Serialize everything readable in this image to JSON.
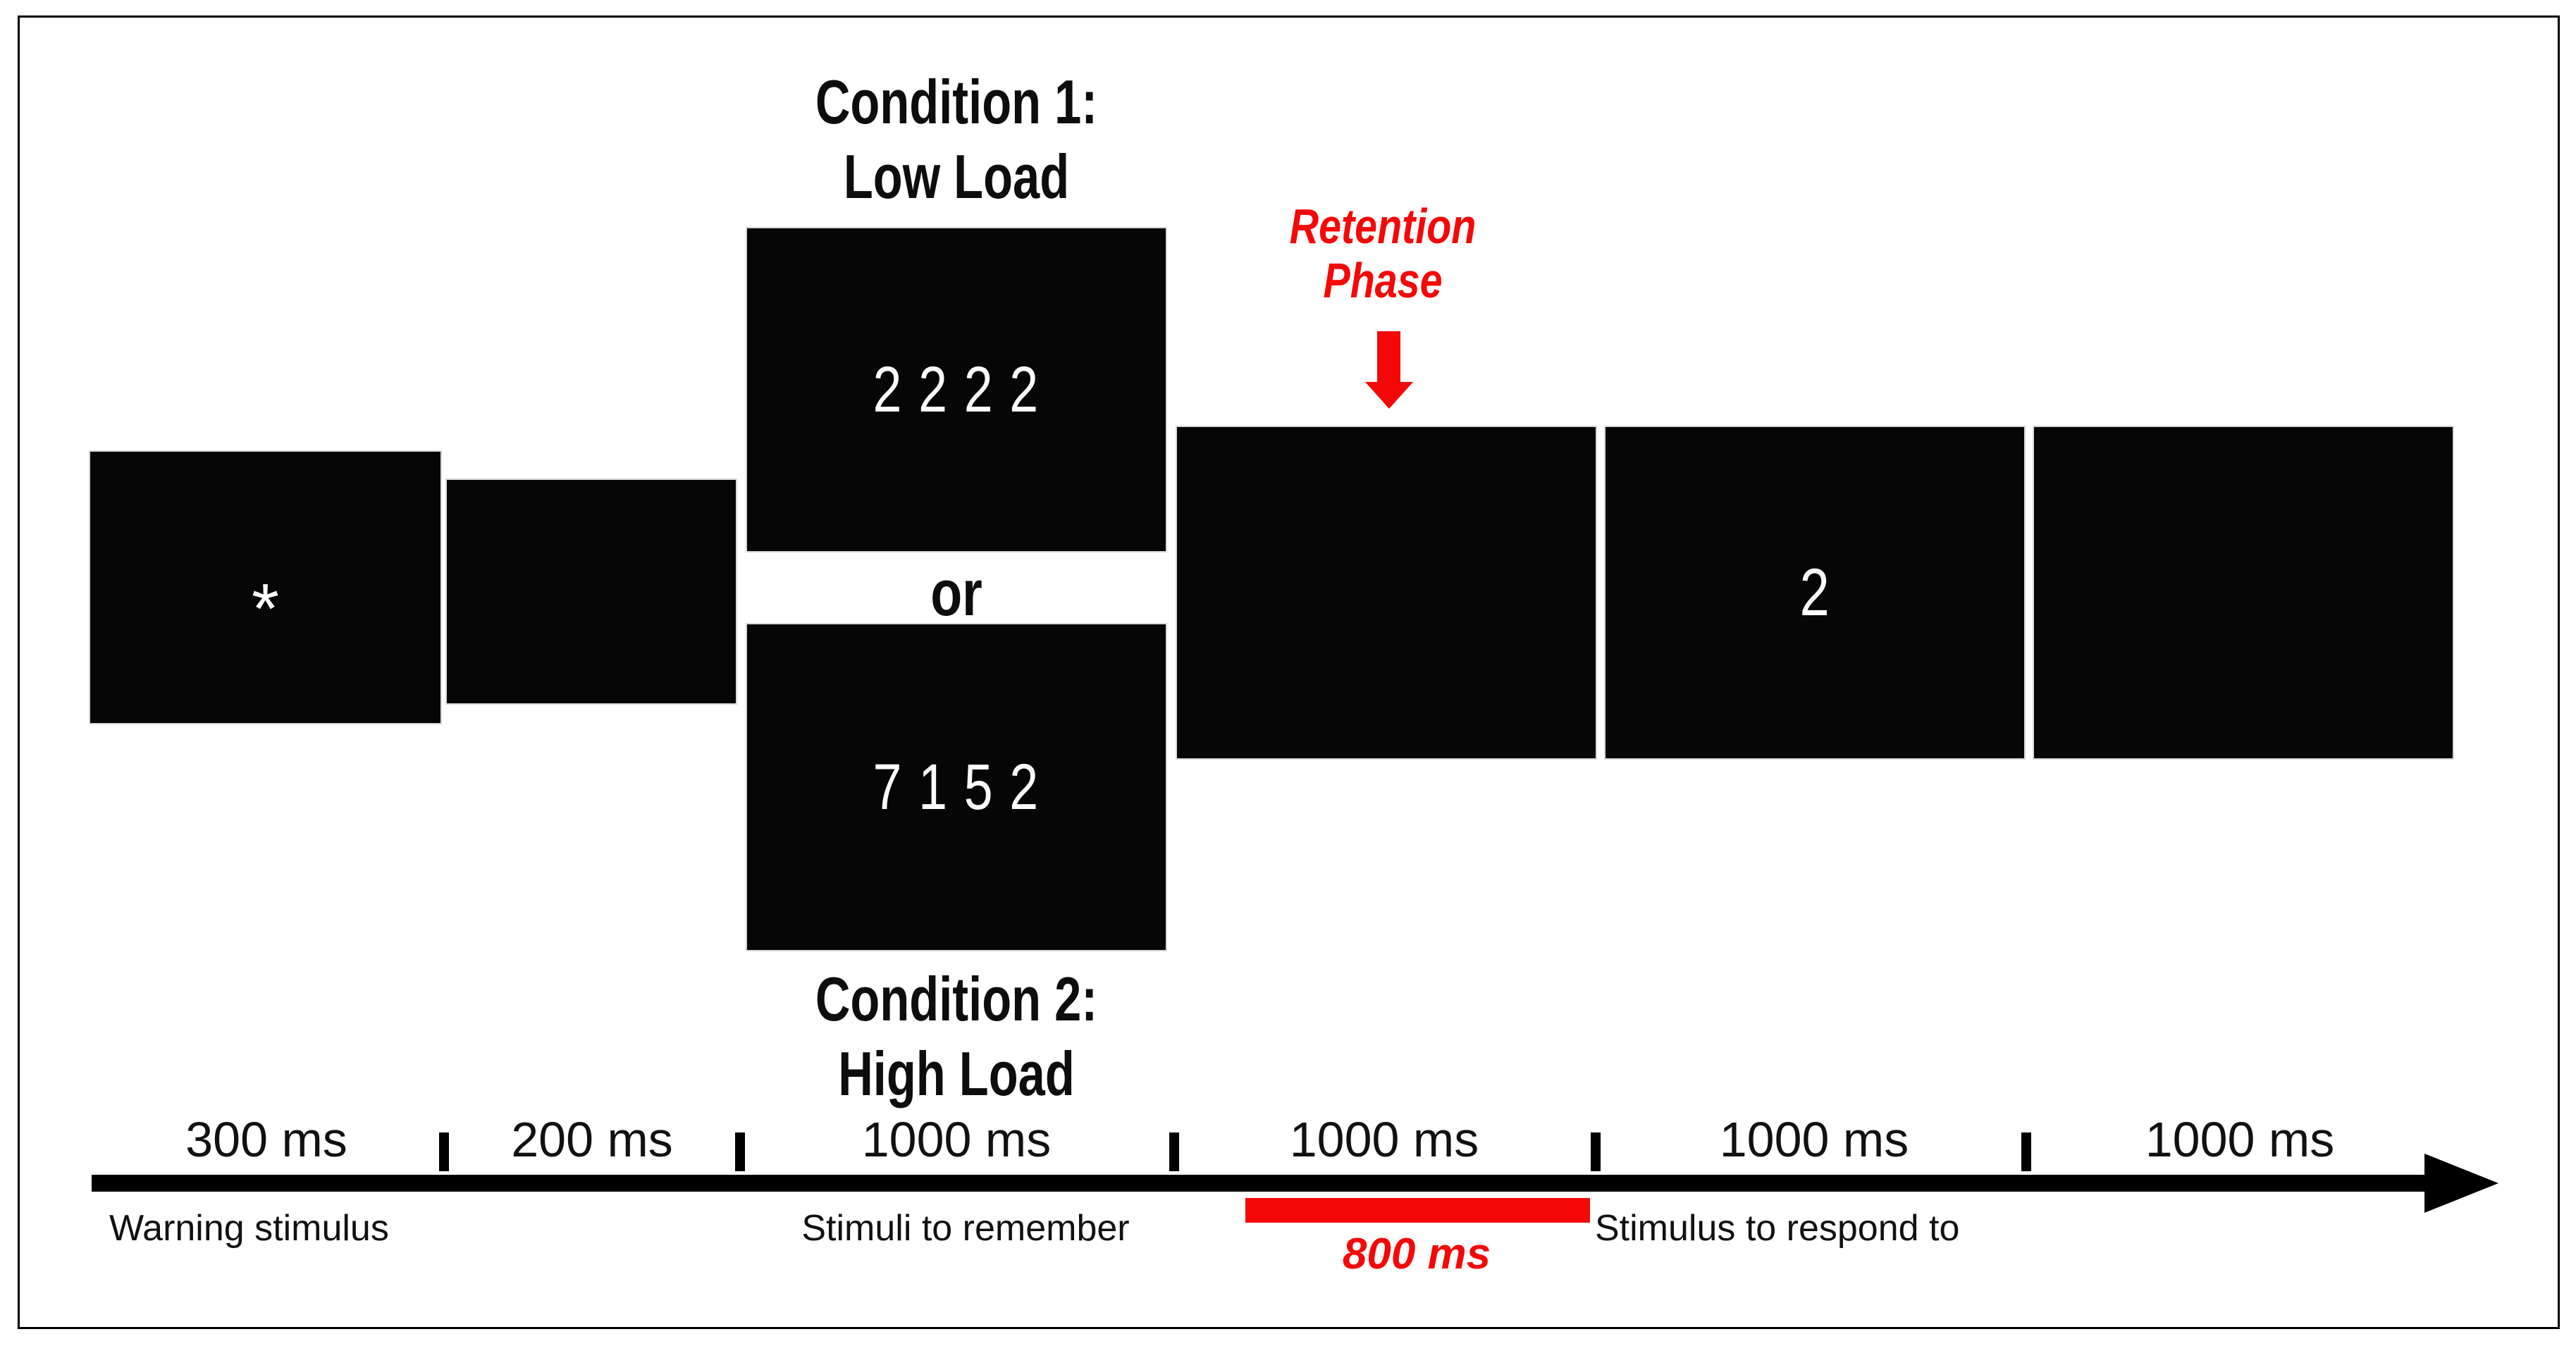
{
  "figure_title": "working-memory-trial-paradigm",
  "colors": {
    "accent_red": "#f50808",
    "screen_black": "#060606",
    "background": "#ffffff"
  },
  "labels": {
    "condition1": {
      "line1": "Condition 1:",
      "line2": "Low Load"
    },
    "condition2": {
      "line1": "Condition 2:",
      "line2": "High Load"
    },
    "or": "or",
    "retention": {
      "line1": "Retention",
      "line2": "Phase"
    }
  },
  "screens": {
    "warning": {
      "symbol": "*"
    },
    "low_load": {
      "digits": "2 2 2 2"
    },
    "high_load": {
      "digits": "7 1 5 2"
    },
    "probe": {
      "digit": "2"
    }
  },
  "timeline": {
    "durations": [
      "300 ms",
      "200 ms",
      "1000 ms",
      "1000 ms",
      "1000 ms",
      "1000 ms"
    ],
    "phase_labels": {
      "warning": "Warning stimulus",
      "remember": "Stimuli to remember",
      "respond": "Stimulus to respond to"
    },
    "retention_bar_label": "800 ms"
  }
}
